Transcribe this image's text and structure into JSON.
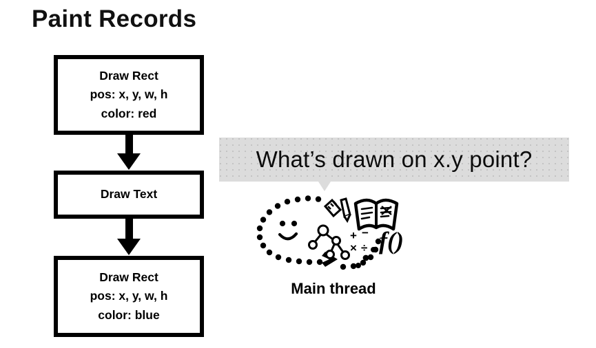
{
  "slide": {
    "title": "Paint Records",
    "background_color": "#ffffff"
  },
  "flow": {
    "boxes": [
      {
        "id": "draw-rect-red",
        "lines": [
          "Draw Rect",
          "pos: x, y, w, h",
          "color: red"
        ]
      },
      {
        "id": "draw-text",
        "lines": [
          "Draw Text"
        ]
      },
      {
        "id": "draw-rect-blue",
        "lines": [
          "Draw Rect",
          "pos: x, y, w, h",
          "color: blue"
        ]
      }
    ],
    "arrow_icon": "down-arrow-icon",
    "arrow_color": "#000000",
    "box_border_color": "#000000"
  },
  "callout": {
    "question": "What’s drawn on x.y point?",
    "background_color": "#dcdcdc",
    "text_color": "#0c0c0c",
    "tail_icon": "speech-bubble-tail-icon"
  },
  "thinker": {
    "label": "Main thread",
    "doodle_icon": "thinking-head-doodle-icon",
    "elements": [
      "dotted-ellipse-head",
      "smiley-face",
      "ruler",
      "pencil",
      "open-book",
      "binary-tree",
      "math-symbols",
      "function-notation"
    ],
    "math_symbols": [
      "+",
      "−",
      "×",
      "÷"
    ],
    "function_notation": "f()"
  }
}
